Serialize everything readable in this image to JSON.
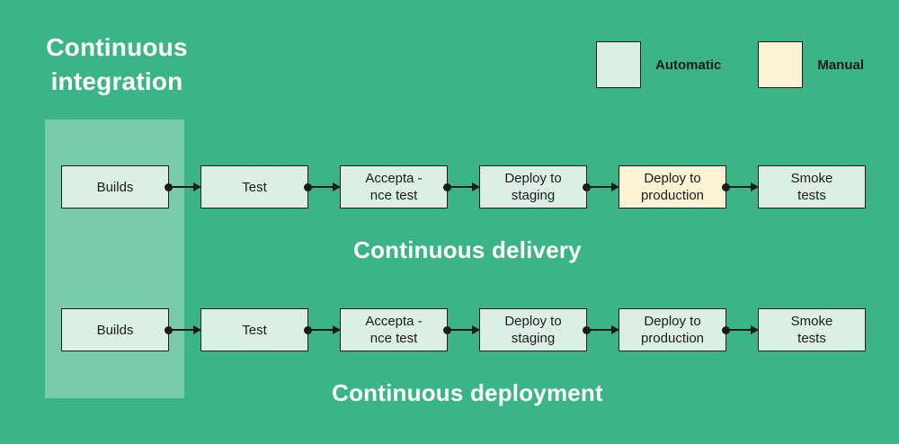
{
  "title": "Continuous\nintegration",
  "legend": {
    "items": [
      {
        "label": "Automatic",
        "type": "automatic"
      },
      {
        "label": "Manual",
        "type": "manual"
      }
    ]
  },
  "rows": [
    {
      "label": "Continuous delivery",
      "boxes": [
        {
          "label": "Builds",
          "type": "automatic"
        },
        {
          "label": "Test",
          "type": "automatic"
        },
        {
          "label": "Accepta -\nnce test",
          "type": "automatic"
        },
        {
          "label": "Deploy to\nstaging",
          "type": "automatic"
        },
        {
          "label": "Deploy to\nproduction",
          "type": "manual"
        },
        {
          "label": "Smoke\ntests",
          "type": "automatic"
        }
      ]
    },
    {
      "label": "Continuous deployment",
      "boxes": [
        {
          "label": "Builds",
          "type": "automatic"
        },
        {
          "label": "Test",
          "type": "automatic"
        },
        {
          "label": "Accepta -\nnce test",
          "type": "automatic"
        },
        {
          "label": "Deploy to\nstaging",
          "type": "automatic"
        },
        {
          "label": "Deploy to\nproduction",
          "type": "automatic"
        },
        {
          "label": "Smoke\ntests",
          "type": "automatic"
        }
      ]
    }
  ],
  "colors": {
    "background": "#3bb587",
    "band": "#79ccab",
    "automatic": "#dcefe6",
    "manual": "#fbf3d4",
    "ink": "#1b1b1b",
    "title_text": "#ffffff"
  }
}
